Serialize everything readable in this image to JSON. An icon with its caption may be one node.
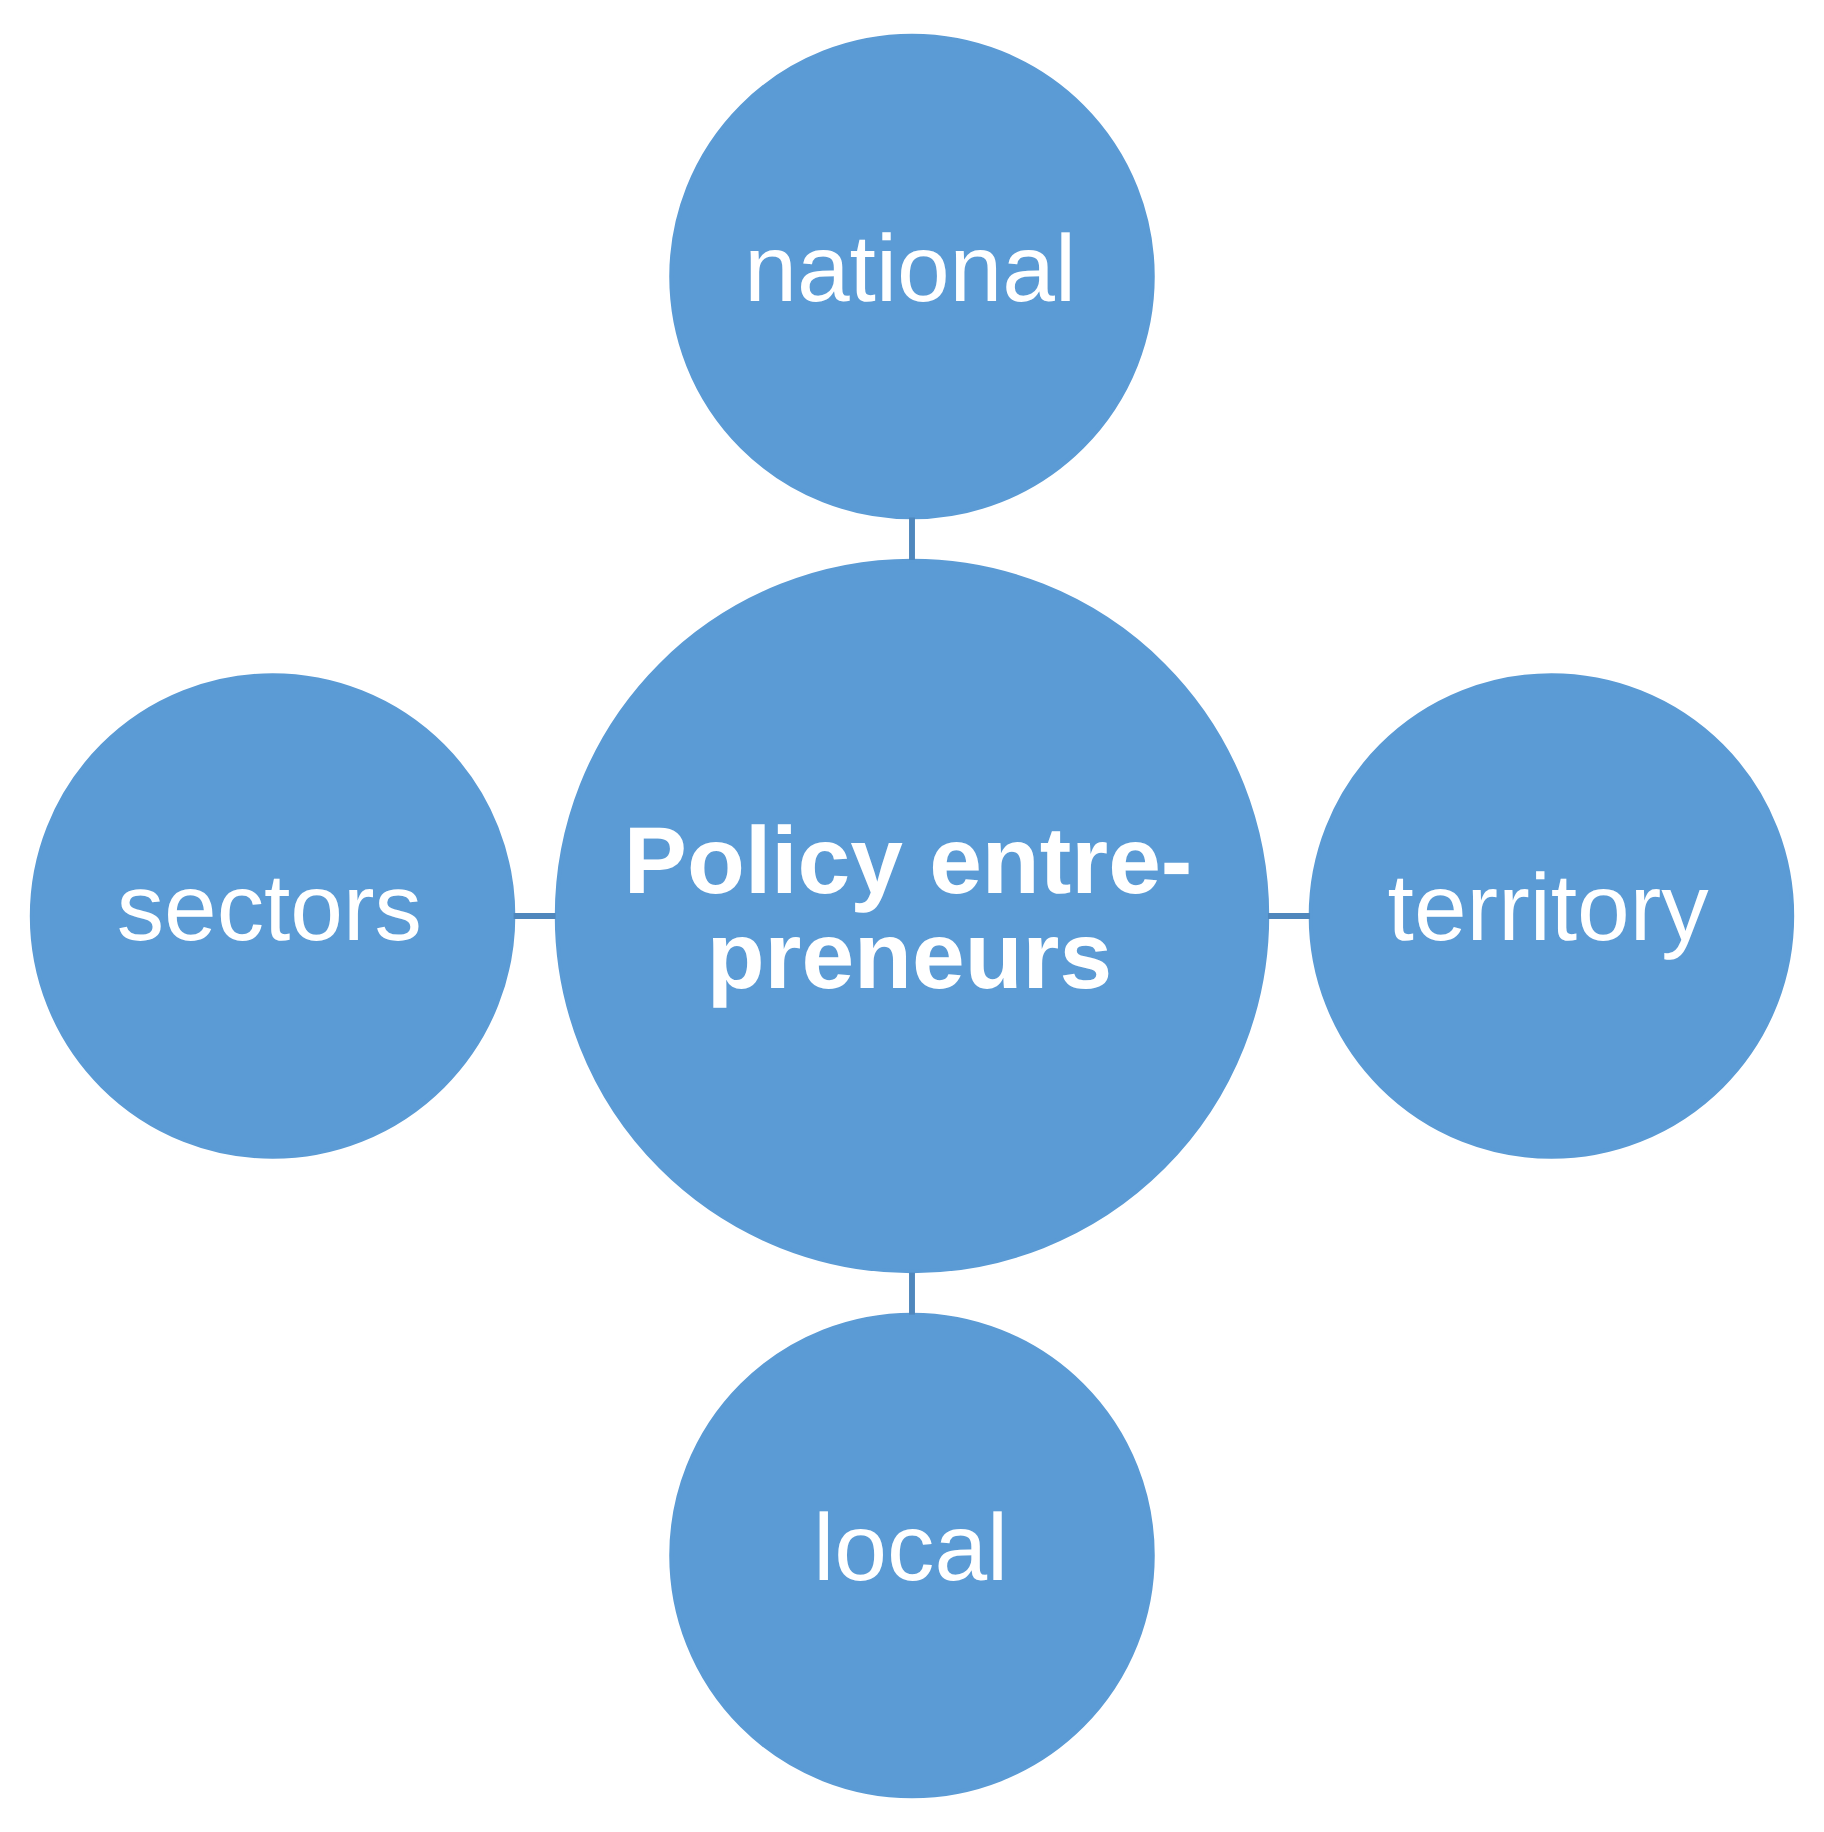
{
  "diagram": {
    "nodes": [
      {
        "text": [
          "national"
        ]
      },
      {
        "text": [
          "sectors"
        ]
      },
      {
        "text": [
          "Policy entre- preneurs"
        ]
      },
      {
        "text": [
          "territory"
        ]
      },
      {
        "text": [
          "local"
        ]
      }
    ],
    "edges": [
      {
        "from": 0,
        "to": 2,
        "arrow": "none"
      },
      {
        "from": 1,
        "to": 2,
        "arrow": "none"
      },
      {
        "from": 2,
        "to": 3,
        "arrow": "none"
      },
      {
        "from": 2,
        "to": 4,
        "arrow": "none"
      }
    ]
  }
}
